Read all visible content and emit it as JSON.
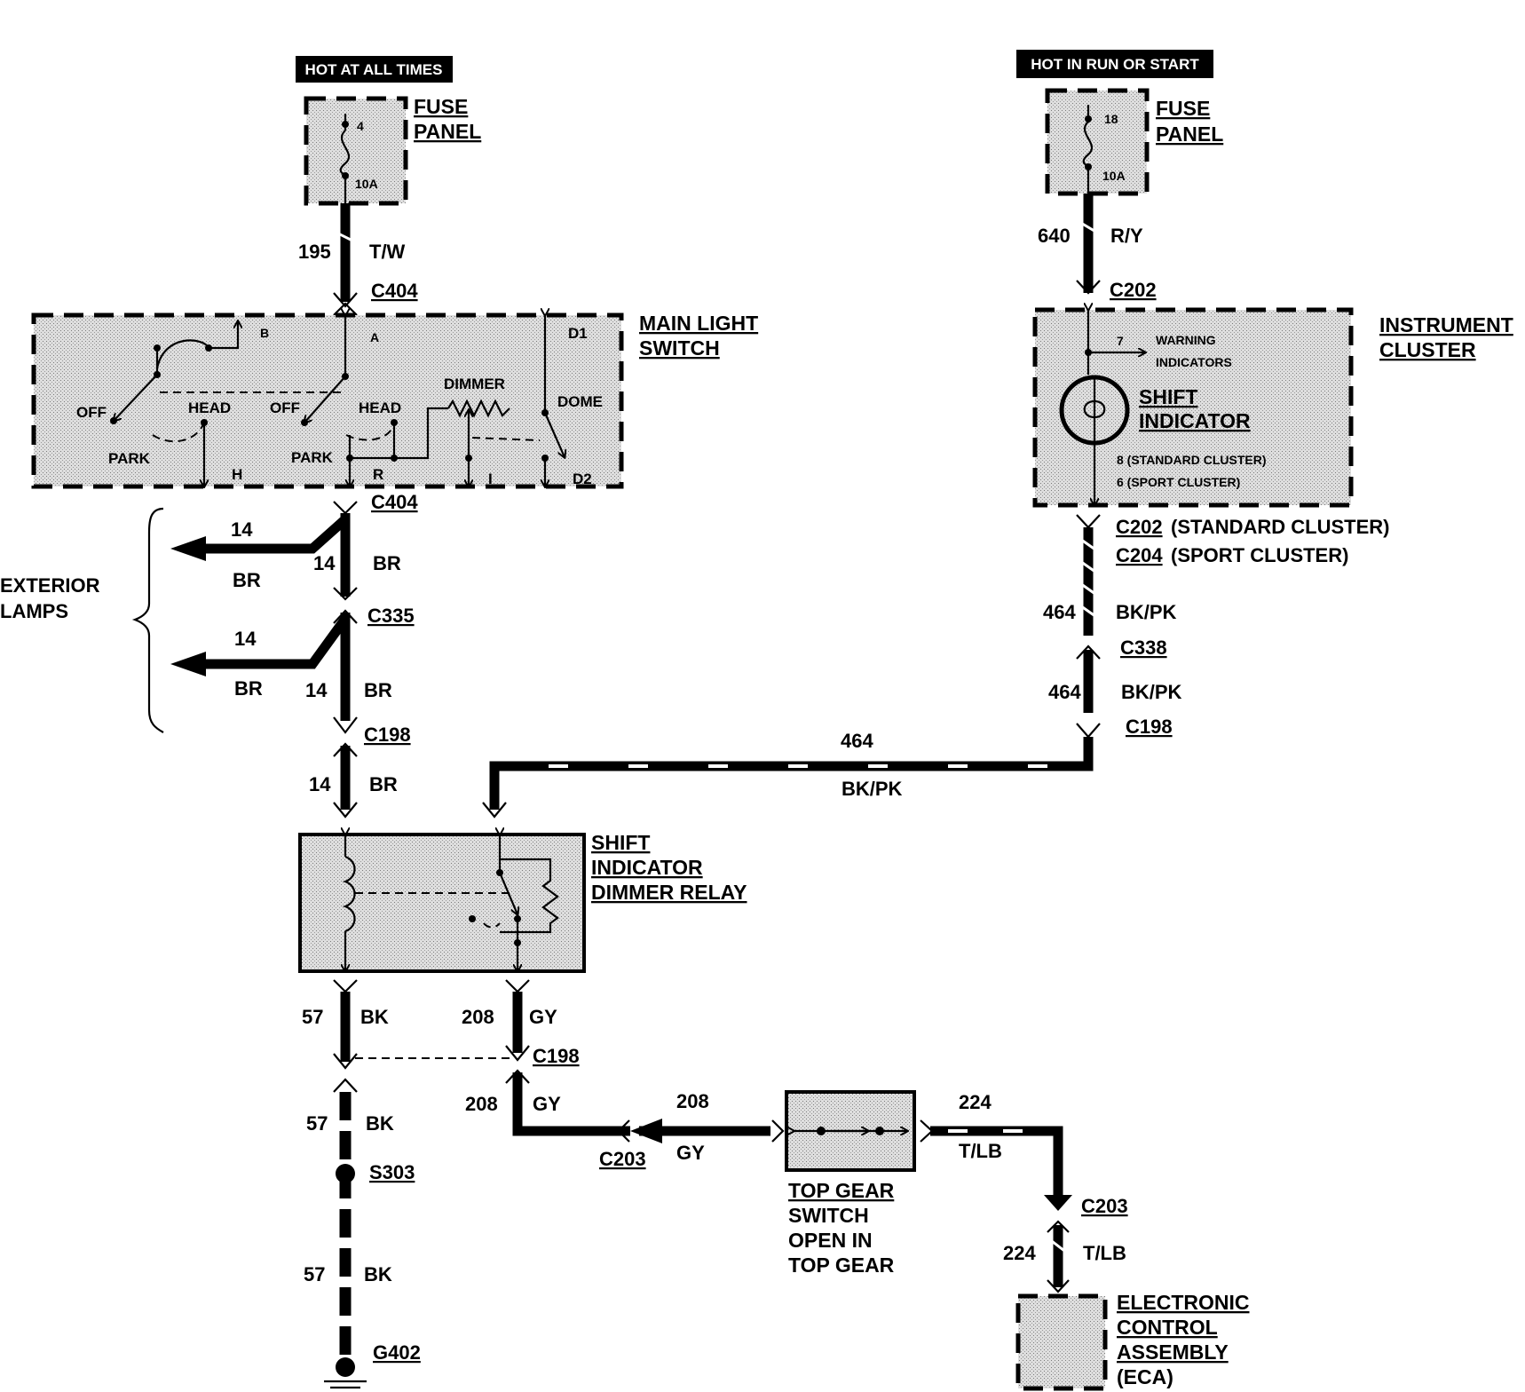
{
  "power": {
    "left_header": "HOT AT ALL TIMES",
    "right_header": "HOT IN RUN OR START"
  },
  "fuses": {
    "left": {
      "line1": "FUSE",
      "line2": "PANEL",
      "number": "4",
      "rating": "10A"
    },
    "right": {
      "line1": "FUSE",
      "line2": "PANEL",
      "number": "18",
      "rating": "10A"
    }
  },
  "main_light_switch": {
    "line1": "MAIN LIGHT",
    "line2": "SWITCH",
    "terminals": {
      "b": "B",
      "a": "A",
      "d1": "D1",
      "d2": "D2",
      "h": "H",
      "r": "R",
      "i": "I"
    },
    "positions": {
      "off1": "OFF",
      "head1": "HEAD",
      "park1": "PARK",
      "off2": "OFF",
      "head2": "HEAD",
      "park2": "PARK",
      "dimmer": "DIMMER",
      "dome": "DOME"
    }
  },
  "instrument_cluster": {
    "line1": "INSTRUMENT",
    "line2": "CLUSTER",
    "pin_top": "7",
    "warning1": "WARNING",
    "warning2": "INDICATORS",
    "shift1": "SHIFT",
    "shift2": "INDICATOR",
    "pin_std": "8 (STANDARD CLUSTER)",
    "pin_sport": "6 (SPORT CLUSTER)"
  },
  "exterior_lamps": {
    "line1": "EXTERIOR",
    "line2": "LAMPS"
  },
  "relay": {
    "line1": "SHIFT",
    "line2": "INDICATOR",
    "line3": "DIMMER RELAY"
  },
  "top_gear_switch": {
    "line1": "TOP GEAR",
    "line2": "SWITCH",
    "line3": "OPEN IN",
    "line4": "TOP GEAR"
  },
  "eca": {
    "line1": "ELECTRONIC",
    "line2": "CONTROL",
    "line3": "ASSEMBLY",
    "line4": "(ECA)"
  },
  "connectors": {
    "c404_top": "C404",
    "c404_bottom": "C404",
    "c335": "C335",
    "c198_left": "C198",
    "c198_relay_out": "C198",
    "c198_right": "C198",
    "c202_top": "C202",
    "c202_std": "C202",
    "c202_std_note": "(STANDARD CLUSTER)",
    "c204_sport": "C204",
    "c204_sport_note": "(SPORT CLUSTER)",
    "c338": "C338",
    "c203_left": "C203",
    "c203_right": "C203",
    "s303": "S303",
    "g402": "G402"
  },
  "wires": {
    "w195": {
      "circuit": "195",
      "color": "T/W"
    },
    "w640": {
      "circuit": "640",
      "color": "R/Y"
    },
    "w14_lamp1": {
      "circuit": "14",
      "color": "BR"
    },
    "w14_main1": {
      "circuit": "14",
      "color": "BR"
    },
    "w14_lamp2": {
      "circuit": "14",
      "color": "BR"
    },
    "w14_main2": {
      "circuit": "14",
      "color": "BR"
    },
    "w14_main3": {
      "circuit": "14",
      "color": "BR"
    },
    "w464_a": {
      "circuit": "464",
      "color": "BK/PK"
    },
    "w464_b": {
      "circuit": "464",
      "color": "BK/PK"
    },
    "w464_c": {
      "circuit": "464",
      "color": "BK/PK"
    },
    "w57_a": {
      "circuit": "57",
      "color": "BK"
    },
    "w57_b": {
      "circuit": "57",
      "color": "BK"
    },
    "w57_c": {
      "circuit": "57",
      "color": "BK"
    },
    "w208_a": {
      "circuit": "208",
      "color": "GY"
    },
    "w208_b": {
      "circuit": "208",
      "color": "GY"
    },
    "w208_c": {
      "circuit": "208",
      "color": "GY"
    },
    "w224_a": {
      "circuit": "224",
      "color": "T/LB"
    },
    "w224_b": {
      "circuit": "224",
      "color": "T/LB"
    }
  }
}
